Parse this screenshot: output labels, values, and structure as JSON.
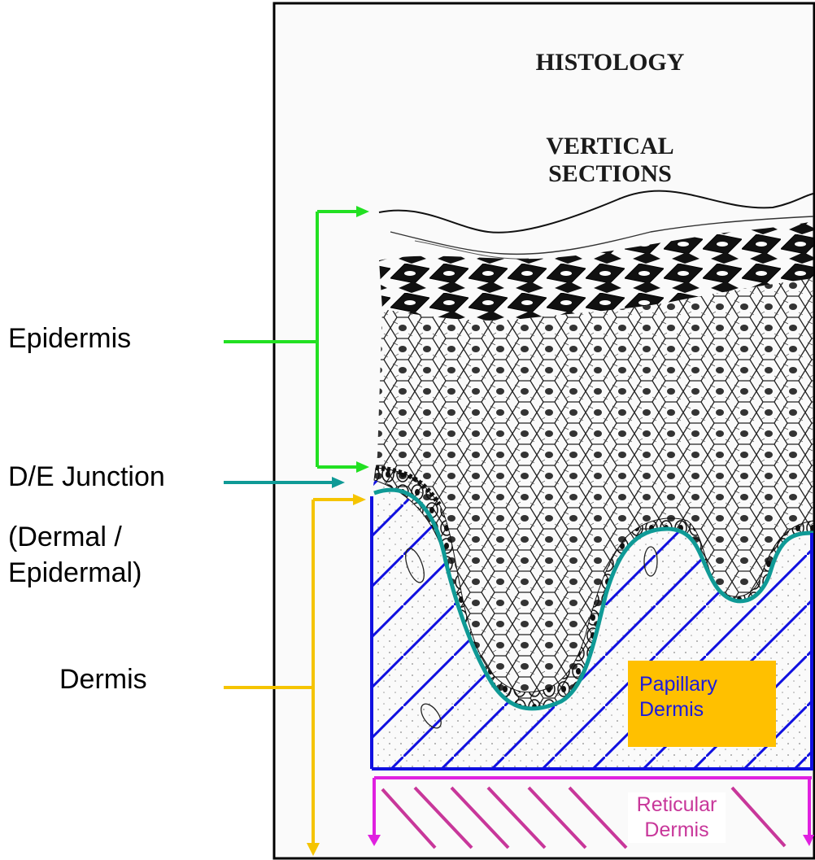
{
  "title": {
    "line1": "HISTOLOGY",
    "line2": "VERTICAL",
    "line3": "SECTIONS"
  },
  "labels": {
    "epidermis": "Epidermis",
    "de_junction": "D/E Junction",
    "de_sub1": "(Dermal /",
    "de_sub2": "Epidermal)",
    "dermis": "Dermis",
    "papillary1": "Papillary",
    "papillary2": "Dermis",
    "reticular1": "Reticular",
    "reticular2": "Dermis"
  },
  "colors": {
    "epidermis_bracket": "#22e022",
    "junction_arrow": "#0f9a96",
    "dermis_bracket": "#f5c400",
    "papillary_hatch": "#1010e0",
    "papillary_box": "#ffc000",
    "reticular": "#e020e0",
    "reticular_hatch": "#c8379a"
  }
}
